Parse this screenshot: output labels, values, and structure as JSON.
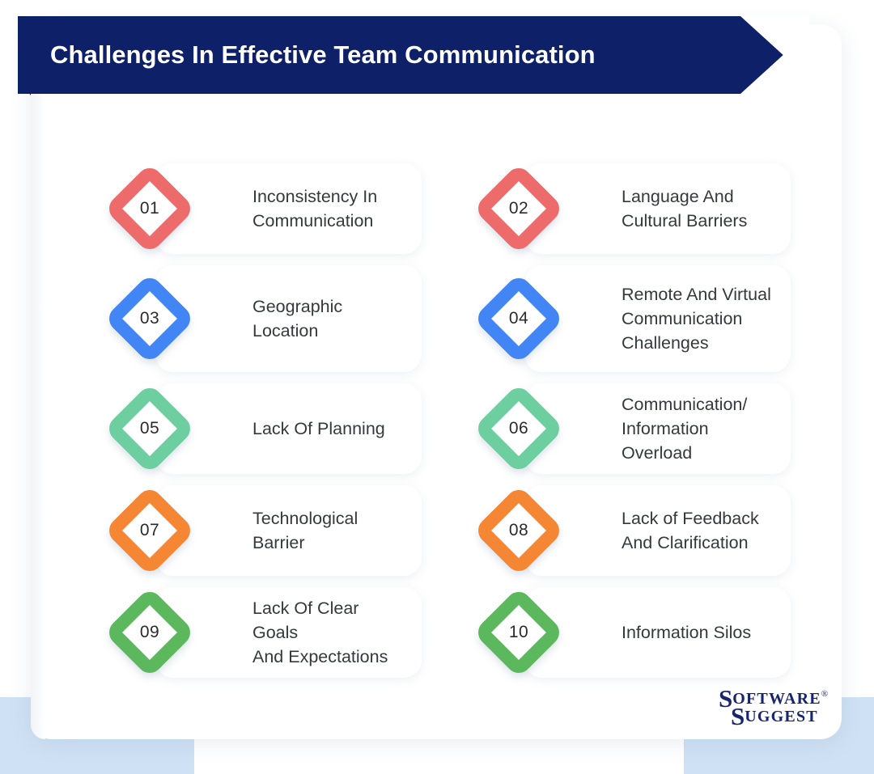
{
  "header": {
    "title": "Challenges In Effective Team Communication",
    "banner_color": "#0D2068",
    "banner_tail_color": "#091A52",
    "title_color": "#FFFFFF"
  },
  "background": {
    "page_color": "#FFFFFF",
    "accent_block_color": "#CFE1F4",
    "card_color": "#FFFFFF"
  },
  "colors": {
    "red": "#EE6B6B",
    "blue": "#4285F4",
    "mint": "#6DCFA0",
    "orange": "#F58634",
    "green": "#5CB85C",
    "text": "#35383D",
    "number": "#2B2B2B"
  },
  "items": [
    {
      "number": "01",
      "label": "Inconsistency In\nCommunication",
      "color": "#EE6B6B",
      "color_name": "red"
    },
    {
      "number": "02",
      "label": "Language And\nCultural Barriers",
      "color": "#EE6B6B",
      "color_name": "red"
    },
    {
      "number": "03",
      "label": "Geographic Location",
      "color": "#4285F4",
      "color_name": "blue"
    },
    {
      "number": "04",
      "label": "Remote And Virtual\nCommunication\nChallenges",
      "color": "#4285F4",
      "color_name": "blue"
    },
    {
      "number": "05",
      "label": "Lack Of Planning",
      "color": "#6DCFA0",
      "color_name": "mint"
    },
    {
      "number": "06",
      "label": "Communication/\nInformation Overload",
      "color": "#6DCFA0",
      "color_name": "mint"
    },
    {
      "number": "07",
      "label": "Technological Barrier",
      "color": "#F58634",
      "color_name": "orange"
    },
    {
      "number": "08",
      "label": "Lack of Feedback\nAnd Clarification",
      "color": "#F58634",
      "color_name": "orange"
    },
    {
      "number": "09",
      "label": "Lack Of Clear Goals\nAnd Expectations",
      "color": "#5CB85C",
      "color_name": "green"
    },
    {
      "number": "10",
      "label": "Information Silos",
      "color": "#5CB85C",
      "color_name": "green"
    }
  ],
  "logo": {
    "word1_cap": "S",
    "word1_rest": "OFTWARE",
    "registered": "®",
    "word2_cap": "S",
    "word2_rest": "UGGEST",
    "color": "#16256E"
  }
}
